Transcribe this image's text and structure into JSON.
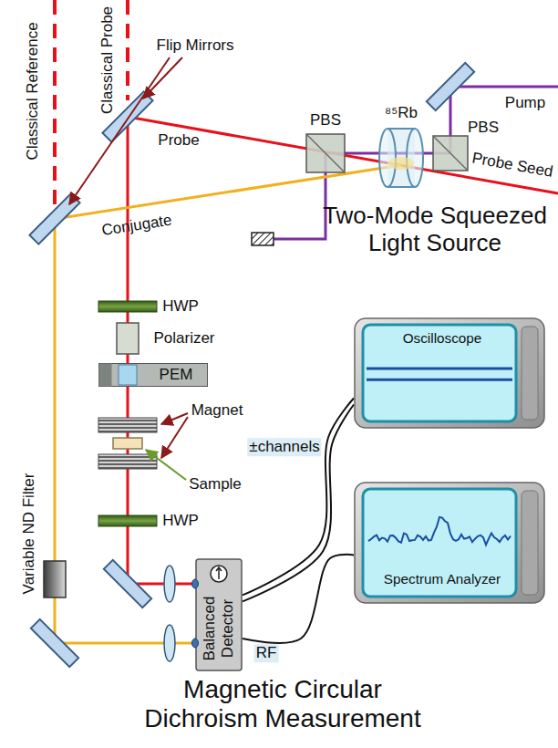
{
  "diagram": {
    "nodes": [
      {
        "text": [
          "Two-Mode Squeezed Light Source"
        ]
      },
      {
        "text": [
          "Magnetic Circular Dichroism Measurement"
        ]
      },
      {
        "text": [
          "PBS"
        ],
        "in": 0
      },
      {
        "text": [
          "⁸⁵Rb"
        ],
        "in": 0
      },
      {
        "text": [
          "PBS"
        ],
        "in": 0
      },
      {
        "text": [
          "PEM"
        ],
        "in": 1
      },
      {
        "text": [
          "Balanced Detector"
        ],
        "in": 1
      },
      {
        "text": [
          "Oscilloscope"
        ],
        "in": 1
      },
      {
        "text": [
          "Spectrum Analyzer"
        ],
        "in": 1
      }
    ],
    "edges": [
      {
        "from": 6,
        "to": 7,
        "label": "±channels",
        "arrow": "none"
      },
      {
        "from": 6,
        "to": 8,
        "label": "RF",
        "arrow": "none"
      }
    ],
    "labels": [
      "Classical Reference",
      "Classical Probe",
      "Flip Mirrors",
      "Probe",
      "Pump",
      "Probe Seed",
      "Conjugate",
      "HWP",
      "Polarizer",
      "Magnet",
      "Sample",
      "HWP",
      "Variable ND Filter"
    ]
  }
}
